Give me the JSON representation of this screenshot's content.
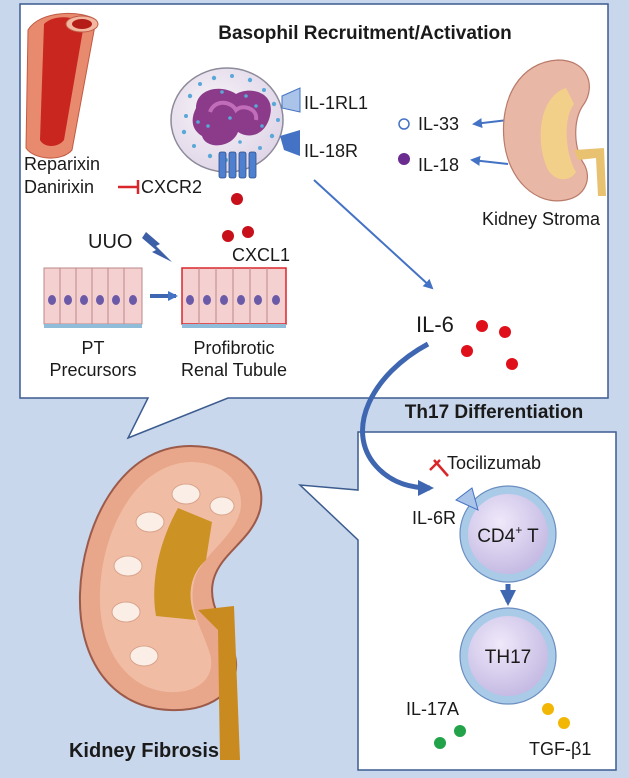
{
  "panels": {
    "top_title": "Basophil Recruitment/Activation",
    "th17_title": "Th17 Differentiation",
    "bottom_title": "Kidney Fibrosis"
  },
  "labels": {
    "il1rl1": "IL-1RL1",
    "il33": "IL-33",
    "il18r": "IL-18R",
    "il18": "IL-18",
    "reparixin": "Reparixin",
    "danirixin": "Danirixin",
    "cxcr2": "CXCR2",
    "kidney_stroma": "Kidney Stroma",
    "uuo": "UUO",
    "cxcl1": "CXCL1",
    "il6": "IL-6",
    "pt_line1": "PT",
    "pt_line2": "Precursors",
    "prof_line1": "Profibrotic",
    "prof_line2": "Renal Tubule",
    "tocilizumab": "Tocilizumab",
    "il6r": "IL-6R",
    "cd4_main": "CD4",
    "cd4_sup": "+",
    "cd4_t": " T",
    "th17": "TH17",
    "il17a": "IL-17A",
    "tgfb1": "TGF-β1"
  },
  "colors": {
    "background": "#c8d7ec",
    "panel_border": "#3c5c8f",
    "arrow_blue": "#4472c4",
    "inhibit_red": "#d9262b",
    "il6_dot": "#e0101a",
    "il18_dot": "#6a2c8e",
    "il17a_dot": "#22a34a",
    "tgfb1_dot": "#f2b705",
    "kidney_tissue": "#e8a78b",
    "kidney_pelvis": "#cc9224",
    "cell_fill": "#d9d2ee"
  }
}
